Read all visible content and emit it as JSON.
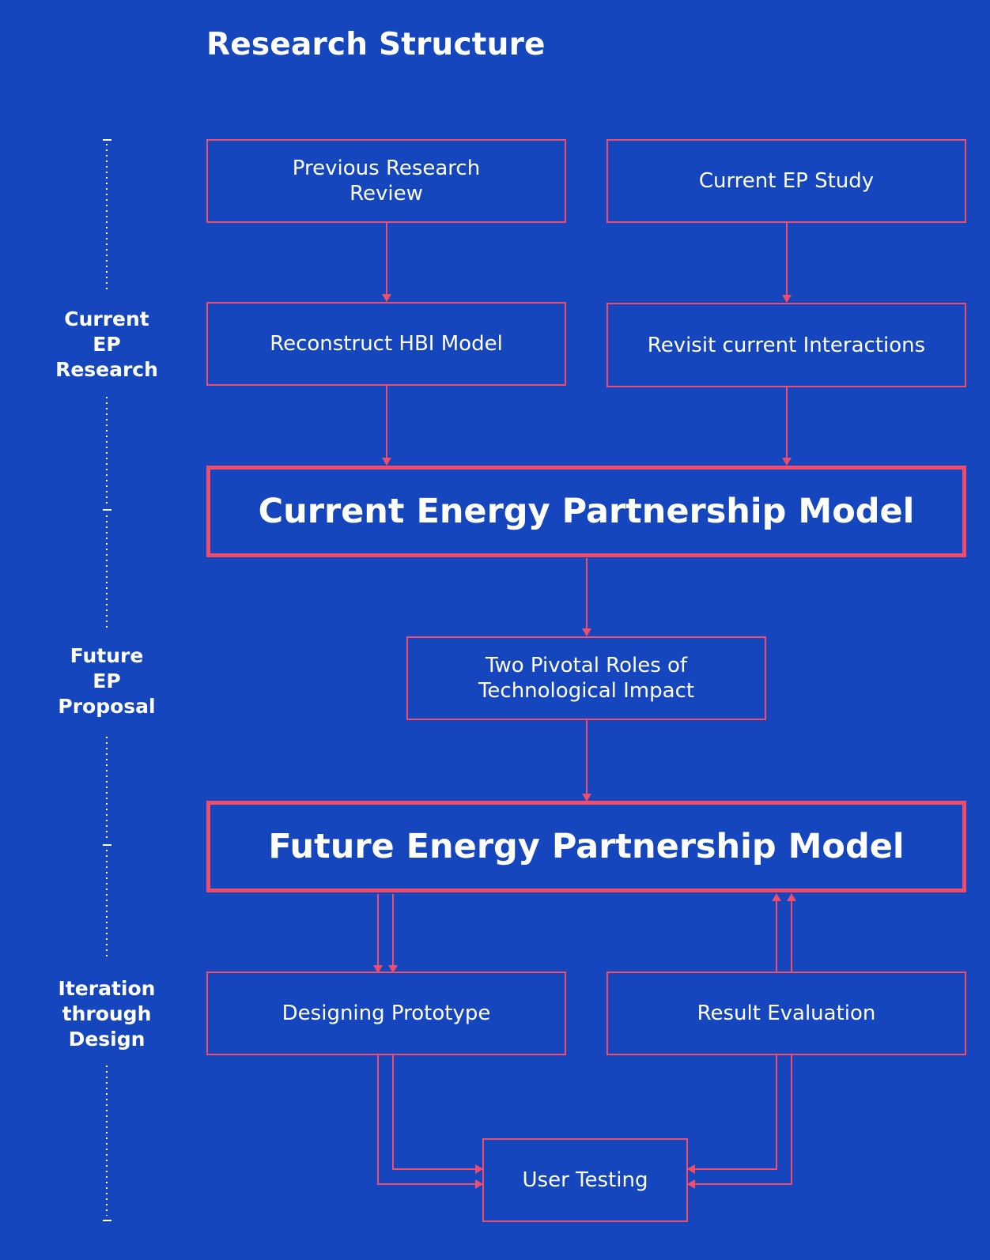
{
  "title": "Research Structure",
  "colors": {
    "background": "#1546bd",
    "accent": "#f04d6d",
    "text": "#ffffff"
  },
  "phases": [
    {
      "id": "current-ep-research",
      "label": "Current\nEP\nResearch"
    },
    {
      "id": "future-ep-proposal",
      "label": "Future\nEP\nProposal"
    },
    {
      "id": "iteration-through-design",
      "label": "Iteration\nthrough\nDesign"
    }
  ],
  "nodes": {
    "previous_research_review": "Previous Research\nReview",
    "current_ep_study": "Current EP Study",
    "reconstruct_hbi_model": "Reconstruct HBI Model",
    "revisit_current_interactions": "Revisit current Interactions",
    "current_energy_partnership_model": "Current Energy Partnership Model",
    "two_pivotal_roles": "Two Pivotal Roles of\nTechnological Impact",
    "future_energy_partnership_model": "Future Energy Partnership Model",
    "designing_prototype": "Designing Prototype",
    "result_evaluation": "Result Evaluation",
    "user_testing": "User Testing"
  },
  "edges": [
    {
      "from": "previous_research_review",
      "to": "reconstruct_hbi_model"
    },
    {
      "from": "current_ep_study",
      "to": "revisit_current_interactions"
    },
    {
      "from": "reconstruct_hbi_model",
      "to": "current_energy_partnership_model"
    },
    {
      "from": "revisit_current_interactions",
      "to": "current_energy_partnership_model"
    },
    {
      "from": "current_energy_partnership_model",
      "to": "two_pivotal_roles"
    },
    {
      "from": "two_pivotal_roles",
      "to": "future_energy_partnership_model"
    },
    {
      "from": "future_energy_partnership_model",
      "to": "designing_prototype"
    },
    {
      "from": "designing_prototype",
      "to": "user_testing"
    },
    {
      "from": "result_evaluation",
      "to": "user_testing"
    },
    {
      "from": "result_evaluation",
      "to": "future_energy_partnership_model"
    }
  ]
}
